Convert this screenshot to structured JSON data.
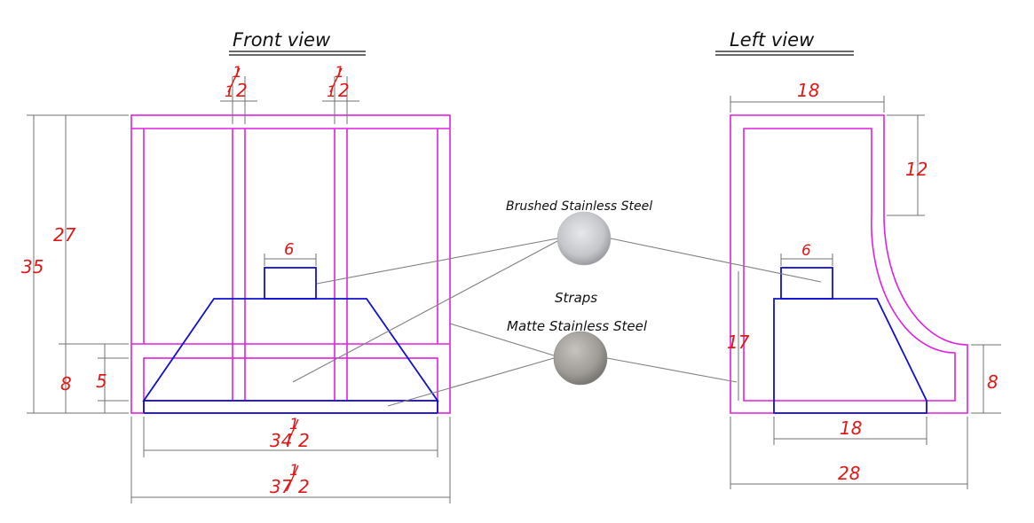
{
  "titles": {
    "front": "Front view",
    "left": "Left view"
  },
  "front_dims": {
    "post_a_num": "1",
    "post_a_den": "2",
    "post_a_whole": "1",
    "post_b_num": "1",
    "post_b_den": "2",
    "post_b_whole": "1",
    "height_total": "35",
    "height_upper": "27",
    "height_lower": "8",
    "band": "5",
    "chimney_width": "6",
    "bottom_inner_whole": "34",
    "bottom_inner_num": "1",
    "bottom_inner_den": "2",
    "bottom_outer_whole": "37",
    "bottom_outer_num": "1",
    "bottom_outer_den": "2"
  },
  "left_dims": {
    "top_width": "18",
    "curve_height": "12",
    "chimney_width": "6",
    "hood_height": "17",
    "base_height": "8",
    "hood_width": "18",
    "total_depth": "28"
  },
  "legend": {
    "brushed": "Brushed Stainless Steel",
    "straps": "Straps",
    "matte": "Matte Stainless Steel"
  },
  "colors": {
    "frame": "#e020e0",
    "hood": "#1010d0",
    "dimension_text": "#e01818"
  }
}
